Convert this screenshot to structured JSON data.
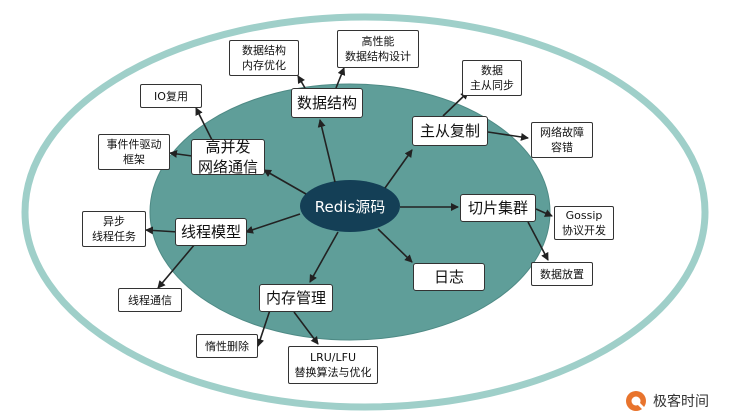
{
  "diagram": {
    "center": "Redis源码",
    "modules": {
      "data_structures": "数据结构",
      "master_slave": "主从复制",
      "cluster": "切片集群",
      "log": "日志",
      "memory": "内存管理",
      "thread_model": "线程模型",
      "network": "高并发\n网络通信"
    },
    "details": {
      "ds_memory_opt": "数据结构\n内存优化",
      "ds_high_perf": "高性能\n数据结构设计",
      "ms_sync": "数据\n主从同步",
      "ms_fault": "网络故障\n容错",
      "cluster_gossip": "Gossip\n协议开发",
      "cluster_placement": "数据放置",
      "mem_lazy_free": "惰性删除",
      "mem_lru_lfu": "LRU/LFU\n替换算法与优化",
      "tm_async": "异步\n线程任务",
      "tm_comm": "线程通信",
      "net_io": "IO复用",
      "net_event": "事件件驱动\n框架"
    }
  },
  "brand": {
    "name": "极客时间"
  },
  "colors": {
    "ring": "#9fcfc9",
    "ring_border": "#87bdb6",
    "ellipse": "#5f9e99",
    "ellipse_border": "#4e8a85",
    "center": "#143f56",
    "arrow": "#222222",
    "brand_accent": "#e8742d"
  }
}
